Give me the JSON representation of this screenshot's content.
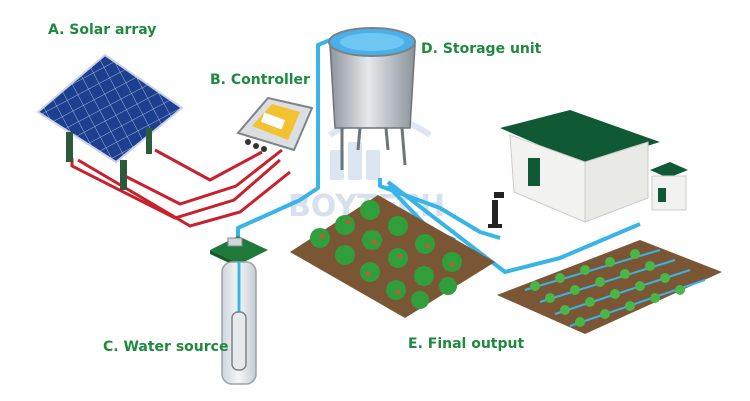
{
  "labels": {
    "solar_array": "A. Solar array",
    "controller": "B. Controller",
    "storage_unit": "D. Storage unit",
    "water_source": "C. Water source",
    "final_output": "E. Final output"
  },
  "watermark": "BOYTECH",
  "colors": {
    "label_green": "#1e8a3e",
    "pipe_blue": "#39b4e6",
    "wire_red": "#c8202c",
    "house_green": "#0f5a35",
    "soil_brown": "#7a5634"
  }
}
